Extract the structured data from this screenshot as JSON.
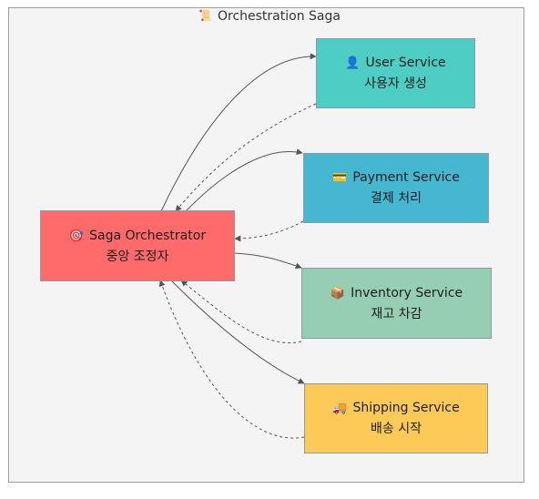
{
  "diagram": {
    "title": "Orchestration Saga",
    "title_icon": "scroll-icon",
    "nodes": {
      "orchestrator": {
        "label": "Saga Orchestrator",
        "sublabel": "중앙 조정자",
        "icon": "target-icon",
        "color": "#ff6b6b"
      },
      "user": {
        "label": "User Service",
        "sublabel": "사용자 생성",
        "icon": "user-icon",
        "color": "#4ecdc4"
      },
      "payment": {
        "label": "Payment Service",
        "sublabel": "결제 처리",
        "icon": "credit-card-icon",
        "color": "#45b7d1"
      },
      "inventory": {
        "label": "Inventory Service",
        "sublabel": "재고 차감",
        "icon": "package-icon",
        "color": "#96ceb4"
      },
      "shipping": {
        "label": "Shipping Service",
        "sublabel": "배송 시작",
        "icon": "truck-icon",
        "color": "#feca57"
      }
    },
    "edges": [
      {
        "from": "orchestrator",
        "to": "user",
        "style": "solid"
      },
      {
        "from": "user",
        "to": "orchestrator",
        "style": "dashed"
      },
      {
        "from": "orchestrator",
        "to": "payment",
        "style": "solid"
      },
      {
        "from": "payment",
        "to": "orchestrator",
        "style": "dashed"
      },
      {
        "from": "orchestrator",
        "to": "inventory",
        "style": "solid"
      },
      {
        "from": "inventory",
        "to": "orchestrator",
        "style": "dashed"
      },
      {
        "from": "orchestrator",
        "to": "shipping",
        "style": "solid"
      },
      {
        "from": "shipping",
        "to": "orchestrator",
        "style": "dashed"
      }
    ]
  }
}
